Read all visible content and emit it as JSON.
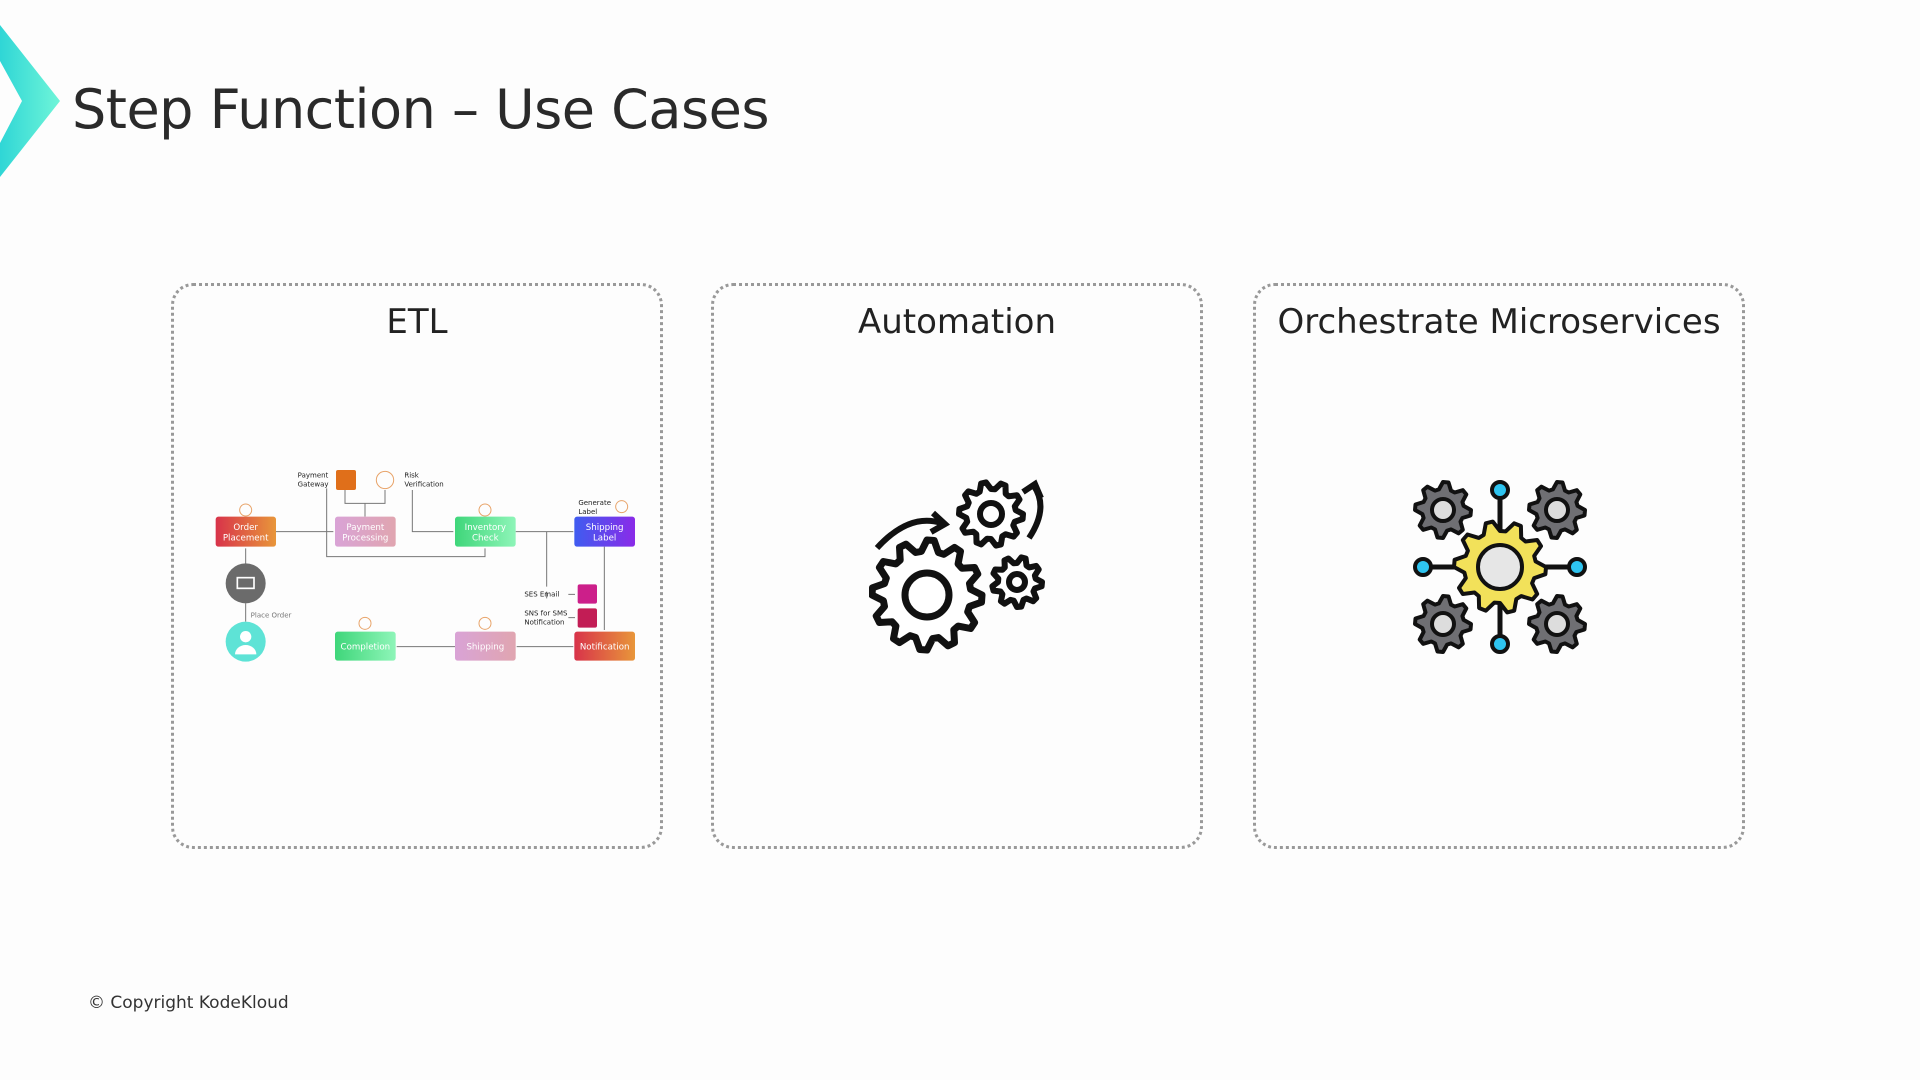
{
  "title": "Step Function – Use Cases",
  "cards": [
    {
      "title": "ETL"
    },
    {
      "title": "Automation"
    },
    {
      "title": "Orchestrate Microservices"
    }
  ],
  "etl": {
    "boxes": {
      "order": [
        "Order",
        "Placement"
      ],
      "payment": [
        "Payment",
        "Processing"
      ],
      "inventory": [
        "Inventory",
        "Check"
      ],
      "label": [
        "Shipping",
        "Label"
      ],
      "completion": [
        "Completion"
      ],
      "shipping": [
        "Shipping"
      ],
      "notification": [
        "Notification"
      ]
    },
    "payment_gateway": [
      "Payment",
      "Gateway"
    ],
    "risk": [
      "Risk",
      "Verification"
    ],
    "generate": [
      "Generate",
      "Label"
    ],
    "ses": "SES Email",
    "sns": [
      "SNS for SMS",
      "Notification"
    ],
    "place_order": "Place Order"
  },
  "colors": {
    "accent": "#3ee0d0"
  },
  "footer": "© Copyright KodeKloud"
}
